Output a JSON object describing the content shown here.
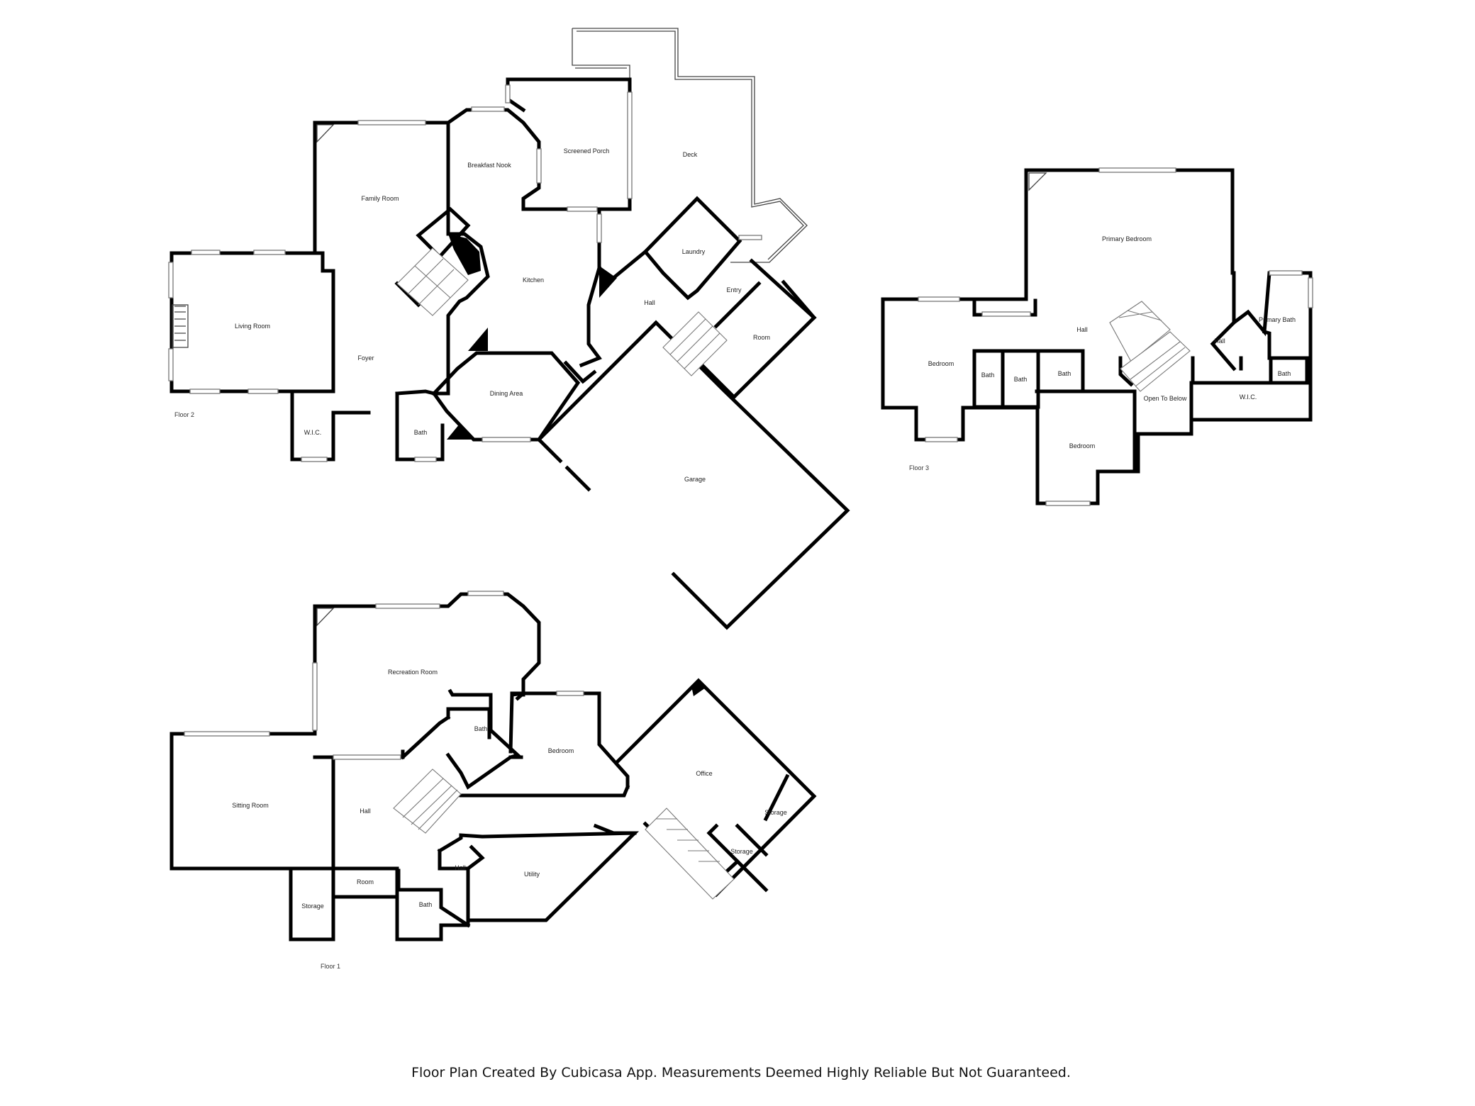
{
  "floors": [
    {
      "label": "Floor 2",
      "rooms": [
        "Living Room",
        "Family Room",
        "Breakfast Nook",
        "Screened Porch",
        "Deck",
        "Kitchen",
        "Laundry",
        "Entry",
        "Hall",
        "Room",
        "Foyer",
        "Dining Area",
        "W.I.C.",
        "Bath",
        "Garage"
      ]
    },
    {
      "label": "Floor 3",
      "rooms": [
        "Primary Bedroom",
        "Bedroom",
        "Hall",
        "Bath",
        "Bath",
        "Bath",
        "Open To Below",
        "Hall",
        "Primary Bath",
        "W.I.C.",
        "Bath",
        "Bedroom"
      ]
    },
    {
      "label": "Floor 1",
      "rooms": [
        "Recreation Room",
        "Sitting Room",
        "Bath",
        "Bedroom",
        "Office",
        "Hall",
        "Storage",
        "Storage",
        "Hall",
        "Utility",
        "Room",
        "Storage",
        "Bath"
      ]
    }
  ],
  "footer": "Floor Plan Created By Cubicasa App. Measurements Deemed Highly Reliable But Not Guaranteed."
}
